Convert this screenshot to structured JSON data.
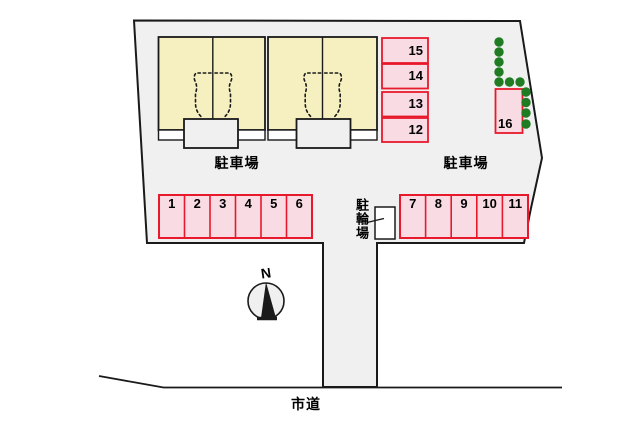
{
  "labels": {
    "parking_left": "駐車場",
    "parking_right": "駐車場",
    "bicycle": "駐輪場",
    "road": "市道",
    "compass_north": "N"
  },
  "parking": {
    "row_left": [
      "1",
      "2",
      "3",
      "4",
      "5",
      "6"
    ],
    "row_right": [
      "7",
      "8",
      "9",
      "10",
      "11"
    ],
    "column_right": [
      "15",
      "14",
      "13",
      "12"
    ],
    "single": "16"
  },
  "colors": {
    "site_fill": "#f0f0f0",
    "building_fill": "#f6f0c0",
    "parking_fill": "#f9dbe4",
    "parking_border": "#e8192c",
    "tree_green": "#1f7c22",
    "outline": "#1a1a1a"
  }
}
